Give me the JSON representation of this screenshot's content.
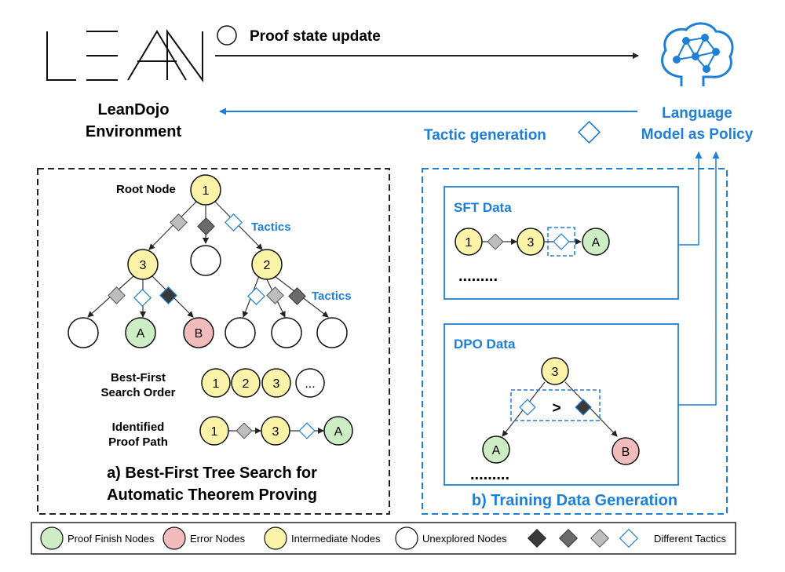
{
  "colors": {
    "blue": "#1d7fd6",
    "finish": "#cdeec4",
    "error": "#f3bcbc",
    "intermediate": "#fbf3a8",
    "tactic_black": "#3a3a3a",
    "tactic_dark": "#6b6b6b",
    "tactic_gray": "#bdbdbd",
    "tactic_white": "#ffffff"
  },
  "header": {
    "logo_alt": "LEAN",
    "env_line1": "LeanDojo",
    "env_line2": "Environment",
    "proof_state_label": "Proof state update",
    "tactic_generation_label": "Tactic generation",
    "model_line1": "Language",
    "model_line2": "Model as Policy",
    "brain_icon": "brain-network-icon"
  },
  "tree": {
    "root_label": "Root Node",
    "root": "1",
    "tactics_label_1": "Tactics",
    "tactics_label_2": "Tactics",
    "node_left": "3",
    "node_right": "2",
    "leaf_a": "A",
    "leaf_b": "B",
    "order_label_1": "Best-First",
    "order_label_2": "Search Order",
    "order_nodes": [
      "1",
      "2",
      "3",
      "..."
    ],
    "path_label_1": "Identified",
    "path_label_2": "Proof Path",
    "path_nodes": [
      "1",
      "3",
      "A"
    ],
    "caption_1": "a) Best-First Tree Search for",
    "caption_2": "Automatic Theorem Proving"
  },
  "sft": {
    "title": "SFT Data",
    "nodes": [
      "1",
      "3",
      "A"
    ],
    "ellipsis": "........."
  },
  "dpo": {
    "title": "DPO Data",
    "root": "3",
    "compare": ">",
    "leaf_a": "A",
    "leaf_b": "B",
    "ellipsis": "........."
  },
  "training_caption": "b)  Training Data Generation",
  "legend": {
    "finish": "Proof Finish Nodes",
    "error": "Error Nodes",
    "intermediate": "Intermediate Nodes",
    "unexplored": "Unexplored Nodes",
    "tactics": "Different Tactics"
  }
}
